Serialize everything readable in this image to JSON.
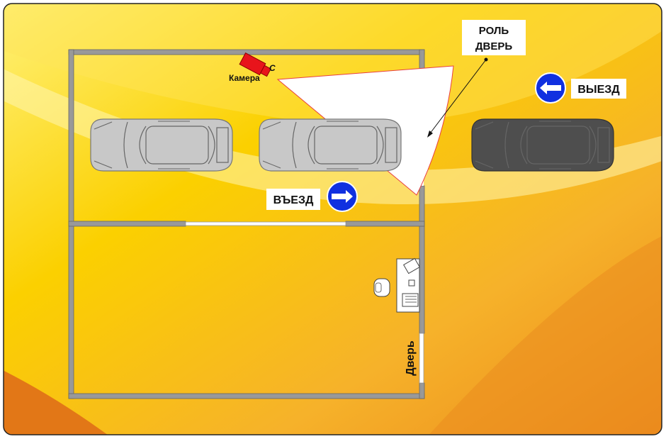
{
  "labels": {
    "camera": "Камера",
    "camera_mark": "C",
    "roll_door_line1": "РОЛЬ",
    "roll_door_line2": "ДВЕРЬ",
    "exit": "ВЫЕЗД",
    "entry": "ВЪЕЗД",
    "door": "Дверь"
  },
  "colors": {
    "background_light": "#fff27a",
    "background_mid": "#fbd000",
    "background_dark": "#ec8a1c",
    "walls": "#999999",
    "camera": "#e8141b",
    "sign_blue": "#1030e0",
    "car_light": "#c8c8c8",
    "car_dark": "#4e4e4e"
  },
  "icons": {
    "entry_sign": "arrow-right-sign-icon",
    "exit_sign": "arrow-left-sign-icon",
    "camera": "cctv-camera-icon",
    "chair": "office-chair-icon",
    "desk": "desk-with-computer-icon",
    "car": "car-top-view-icon"
  }
}
